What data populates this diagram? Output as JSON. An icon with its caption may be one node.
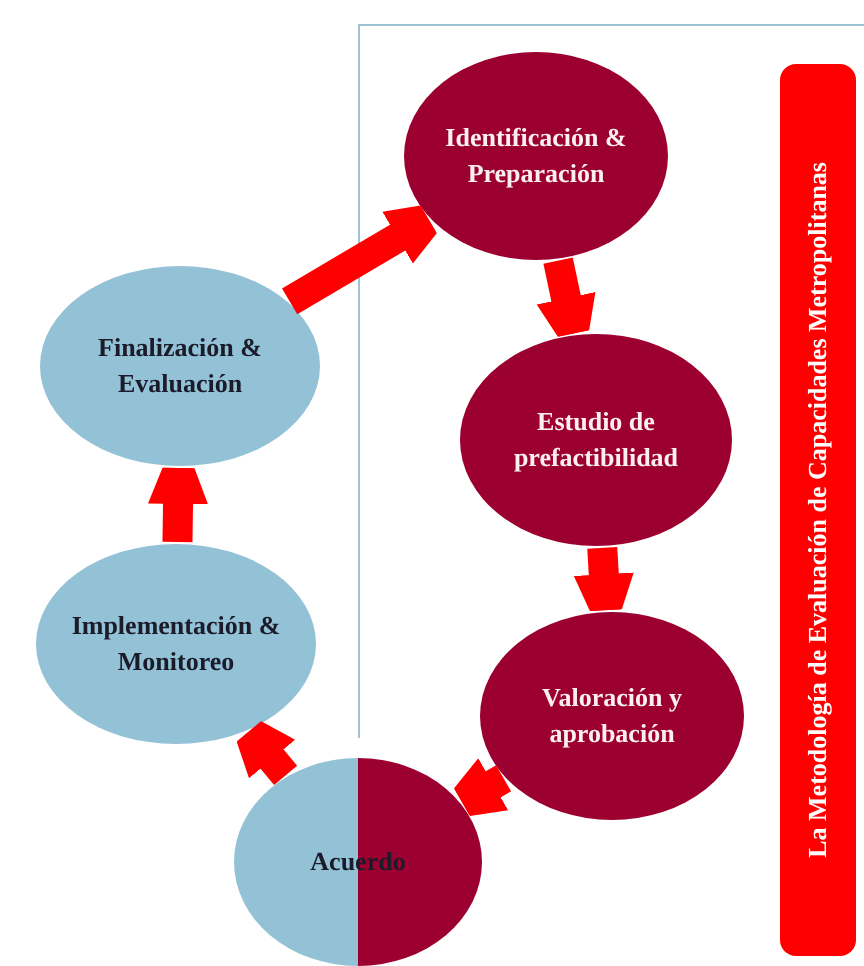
{
  "diagram": {
    "nodes": [
      {
        "text": [
          "Identificación & Preparación"
        ]
      },
      {
        "text": [
          "Estudio de prefactibilidad"
        ]
      },
      {
        "text": [
          "Valoración y aprobación"
        ]
      },
      {
        "text": [
          "Acuerdo"
        ]
      },
      {
        "text": [
          "Implementación & Monitoreo"
        ]
      },
      {
        "text": [
          "Finalización & Evaluación"
        ]
      },
      {
        "text": [
          "La Metodología de Evaluación de Capacidades Metropolitanas"
        ]
      }
    ],
    "edges": [
      {
        "from": 5,
        "to": 0,
        "arrow": "to"
      },
      {
        "from": 0,
        "to": 1,
        "arrow": "to"
      },
      {
        "from": 1,
        "to": 2,
        "arrow": "to"
      },
      {
        "from": 2,
        "to": 3,
        "arrow": "to"
      },
      {
        "from": 3,
        "to": 4,
        "arrow": "to"
      },
      {
        "from": 4,
        "to": 5,
        "arrow": "to"
      }
    ]
  }
}
